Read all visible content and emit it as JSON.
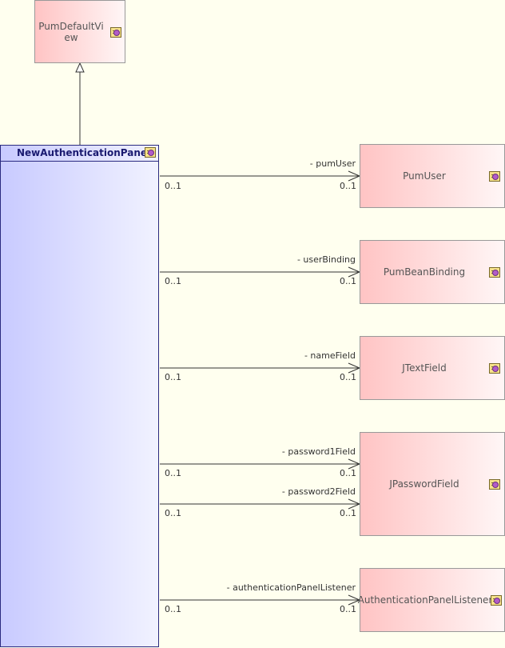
{
  "parent": {
    "name": "PumDefaultView"
  },
  "main": {
    "name": "NewAuthenticationPanel"
  },
  "targets": [
    {
      "name": "PumUser"
    },
    {
      "name": "PumBeanBinding"
    },
    {
      "name": "JTextField"
    },
    {
      "name": "JPasswordField"
    },
    {
      "name": "AuthenticationPanelListener"
    }
  ],
  "associations": [
    {
      "role": "- pumUser",
      "source_mult": "0..1",
      "target_mult": "0..1",
      "target": "PumUser"
    },
    {
      "role": "- userBinding",
      "source_mult": "0..1",
      "target_mult": "0..1",
      "target": "PumBeanBinding"
    },
    {
      "role": "- nameField",
      "source_mult": "0..1",
      "target_mult": "0..1",
      "target": "JTextField"
    },
    {
      "role": "- password1Field",
      "source_mult": "0..1",
      "target_mult": "0..1",
      "target": "JPasswordField"
    },
    {
      "role": "- password2Field",
      "source_mult": "0..1",
      "target_mult": "0..1",
      "target": "JPasswordField"
    },
    {
      "role": "- authenticationPanelListener",
      "source_mult": "0..1",
      "target_mult": "0..1",
      "target": "AuthenticationPanelListener"
    }
  ]
}
